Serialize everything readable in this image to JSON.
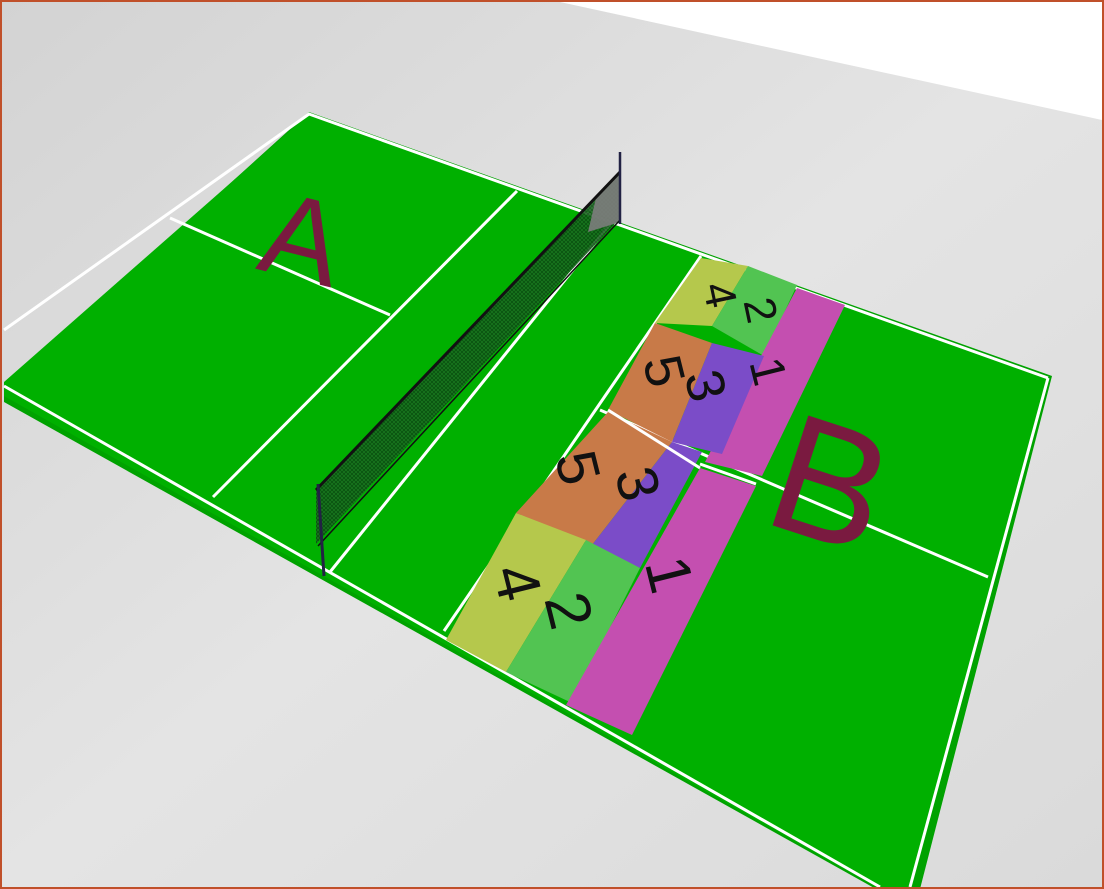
{
  "court": {
    "side_a_label": "A",
    "side_b_label": "B"
  },
  "zones": {
    "near": {
      "z4": "4",
      "z2": "2",
      "z1": "1",
      "z5": "5",
      "z3": "3"
    },
    "far": {
      "z4": "4",
      "z2": "2",
      "z1": "1",
      "z5": "5",
      "z3": "3"
    }
  },
  "colors": {
    "frame": "#c0502a",
    "floor": "#e2e2e2",
    "court": "#00b000",
    "court_lines": "#ffffff",
    "border": "#008a00",
    "net": "#0f3a0f",
    "letter": "#7a1a40",
    "zone_4": "#b5c84c",
    "zone_2": "#52c452",
    "zone_1": "#c44fb0",
    "zone_5": "#c87a48",
    "zone_3": "#7b4cc8",
    "numbers": "#111111"
  }
}
